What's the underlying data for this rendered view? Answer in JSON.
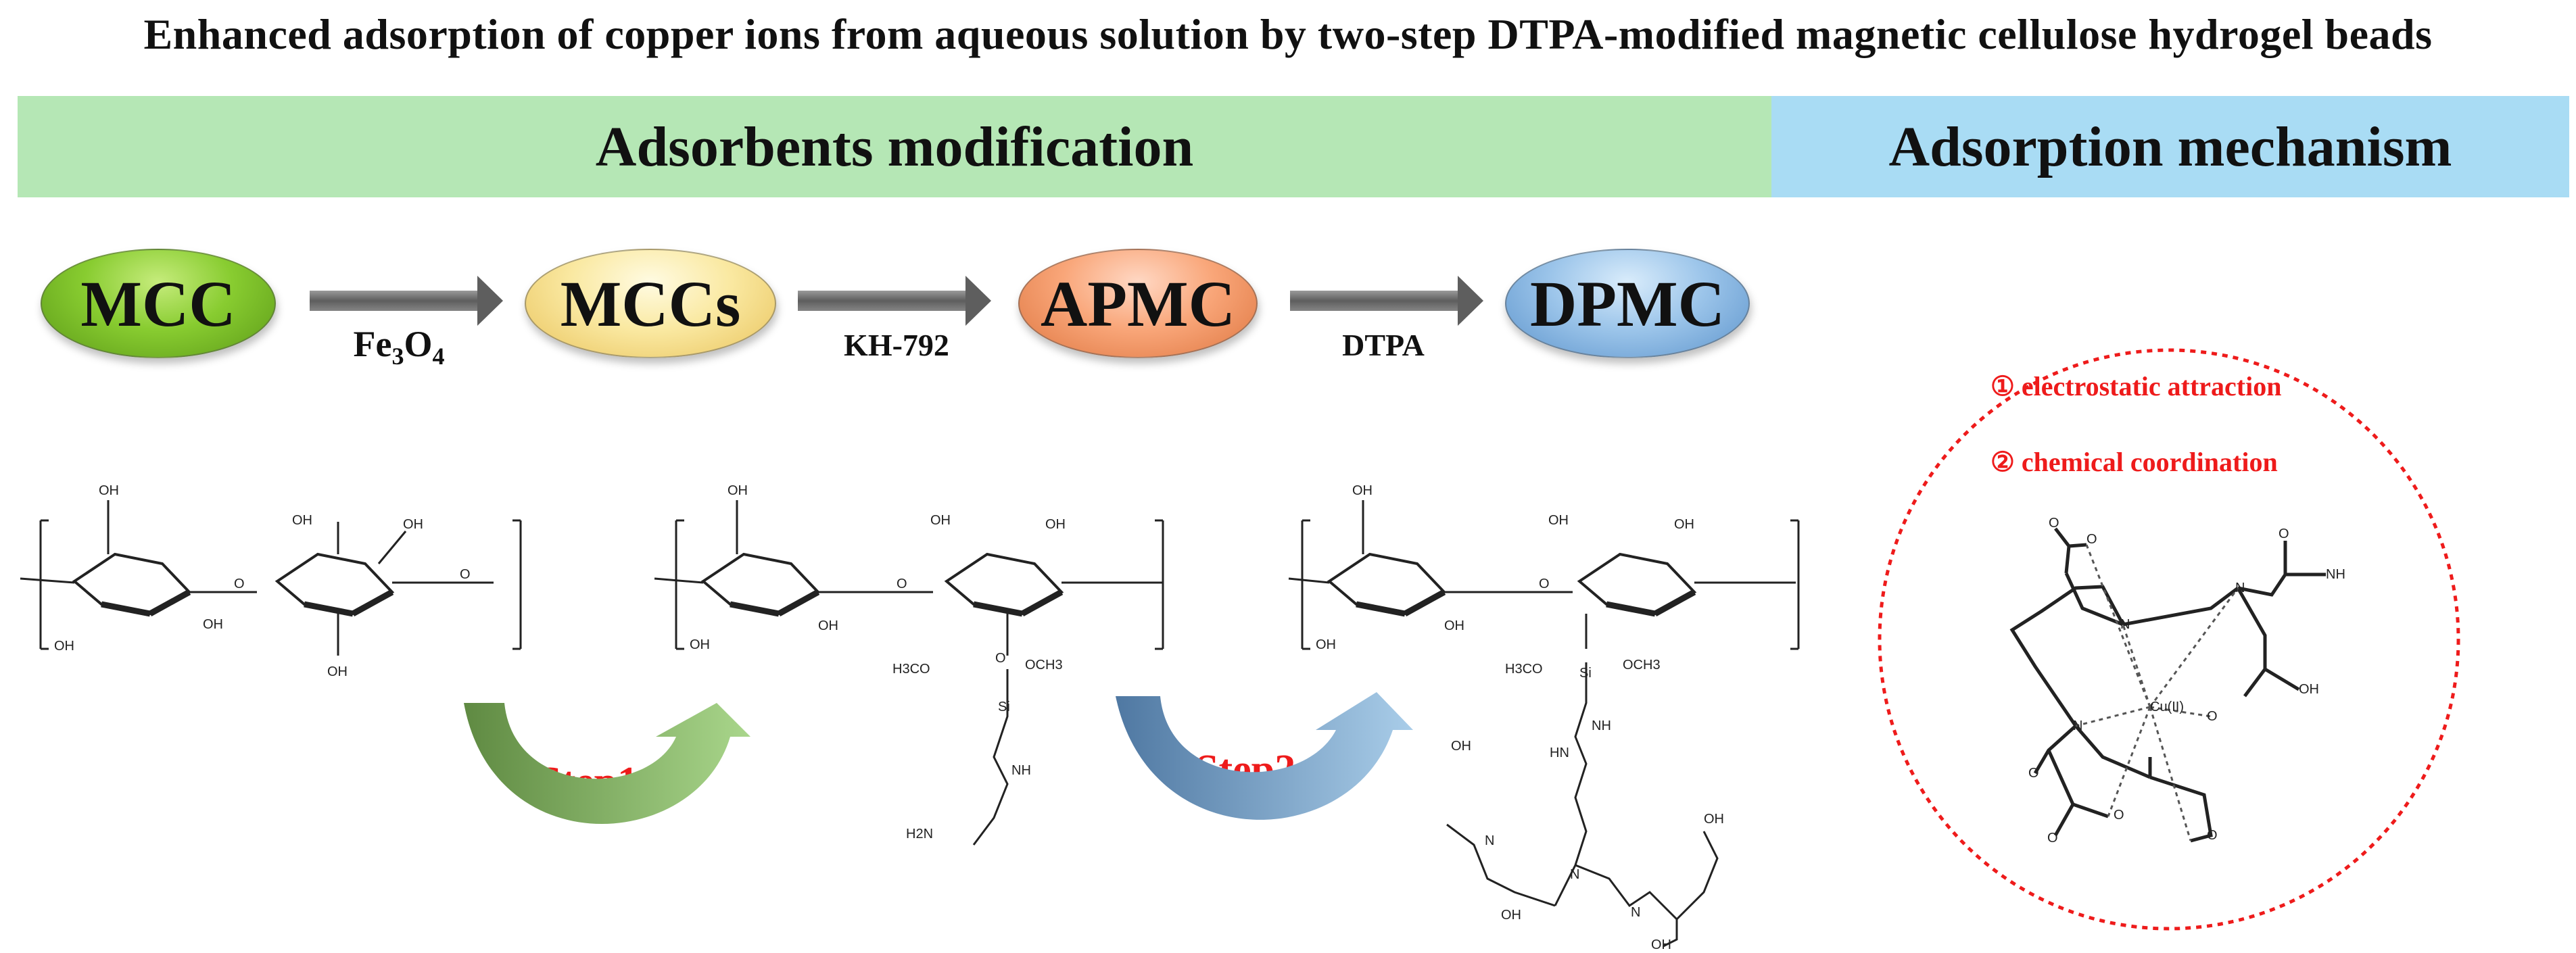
{
  "title": "Enhanced adsorption of copper ions from aqueous solution by two-step DTPA-modified magnetic cellulose hydrogel beads",
  "sections": {
    "modification": "Adsorbents modification",
    "mechanism": "Adsorption mechanism"
  },
  "nodes": {
    "mcc": "MCC",
    "mccs": "MCCs",
    "apmc": "APMC",
    "dpmc": "DPMC"
  },
  "reagents": {
    "fe3o4_main": "Fe",
    "fe3o4_sub1": "3",
    "fe3o4_o": "O",
    "fe3o4_sub2": "4",
    "kh792": "KH-792",
    "dtpa": "DTPA"
  },
  "steps": {
    "step1": "Step1",
    "step2": "Step2"
  },
  "mechanisms": {
    "item1": "① electrostatic attraction",
    "item2": "② chemical coordination"
  },
  "chem_labels": {
    "oh": "OH",
    "o": "O",
    "och3_left": "H3CO",
    "och3_right": "OCH3",
    "si": "Si",
    "nh": "NH",
    "h2n": "H2N",
    "hn": "HN",
    "n": "N",
    "cu": "Cu(II)"
  },
  "colors": {
    "band_green": "#b5e7b5",
    "band_blue": "#a9dcf4",
    "step_text": "#ee1b1b",
    "step1_arrow": "#7aa85a",
    "step2_arrow": "#6f9bc8",
    "process_arrow": "#6b6b6b",
    "mechanism_circle": "#ee1b1b"
  }
}
